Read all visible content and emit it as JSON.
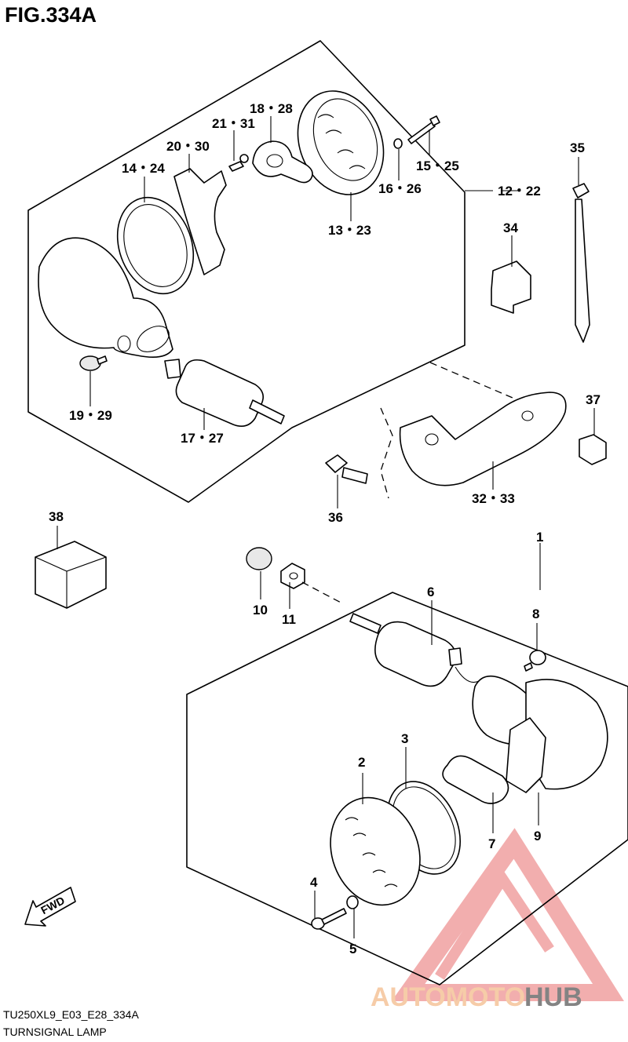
{
  "figure": {
    "title": "FIG.334A"
  },
  "footer": {
    "code": "TU250XL9_E03_E28_334A",
    "name": "TURNSIGNAL LAMP"
  },
  "fwd_label": "FWD",
  "watermark": {
    "text_a": "AUTOMOTO",
    "text_b": "HUB",
    "color_a": "#f5c49a",
    "color_b": "#6e6e6e",
    "mark_color": "#f0a0a0"
  },
  "callouts": {
    "c1": "1",
    "c2": "2",
    "c3": "3",
    "c4": "4",
    "c5": "5",
    "c6": "6",
    "c7": "7",
    "c8": "8",
    "c9": "9",
    "c10": "10",
    "c11": "11",
    "c12_22": "12・22",
    "c13_23": "13・23",
    "c14_24": "14・24",
    "c15_25": "15・25",
    "c16_26": "16・26",
    "c17_27": "17・27",
    "c18_28": "18・28",
    "c19_29": "19・29",
    "c20_30": "20・30",
    "c21_31": "21・31",
    "c32_33": "32・33",
    "c34": "34",
    "c35": "35",
    "c36": "36",
    "c37": "37",
    "c38": "38"
  }
}
